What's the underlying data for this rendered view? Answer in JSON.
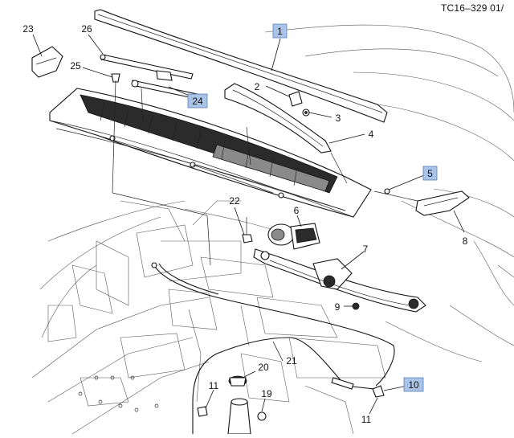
{
  "diagram": {
    "reference_id": "TC16–329  01/",
    "callouts": [
      {
        "id": "1",
        "label": "1",
        "boxed": true
      },
      {
        "id": "2",
        "label": "2",
        "boxed": false
      },
      {
        "id": "3",
        "label": "3",
        "boxed": false
      },
      {
        "id": "4",
        "label": "4",
        "boxed": false
      },
      {
        "id": "5",
        "label": "5",
        "boxed": true
      },
      {
        "id": "6",
        "label": "6",
        "boxed": false
      },
      {
        "id": "7",
        "label": "7",
        "boxed": false
      },
      {
        "id": "8",
        "label": "8",
        "boxed": false
      },
      {
        "id": "9",
        "label": "9",
        "boxed": false
      },
      {
        "id": "10",
        "label": "10",
        "boxed": true
      },
      {
        "id": "11a",
        "label": "11",
        "boxed": false
      },
      {
        "id": "11b",
        "label": "11",
        "boxed": false
      },
      {
        "id": "19",
        "label": "19",
        "boxed": false
      },
      {
        "id": "20",
        "label": "20",
        "boxed": false
      },
      {
        "id": "21",
        "label": "21",
        "boxed": false
      },
      {
        "id": "22",
        "label": "22",
        "boxed": false
      },
      {
        "id": "23",
        "label": "23",
        "boxed": false
      },
      {
        "id": "24",
        "label": "24",
        "boxed": true
      },
      {
        "id": "25",
        "label": "25",
        "boxed": false
      },
      {
        "id": "26",
        "label": "26",
        "boxed": false
      }
    ]
  }
}
